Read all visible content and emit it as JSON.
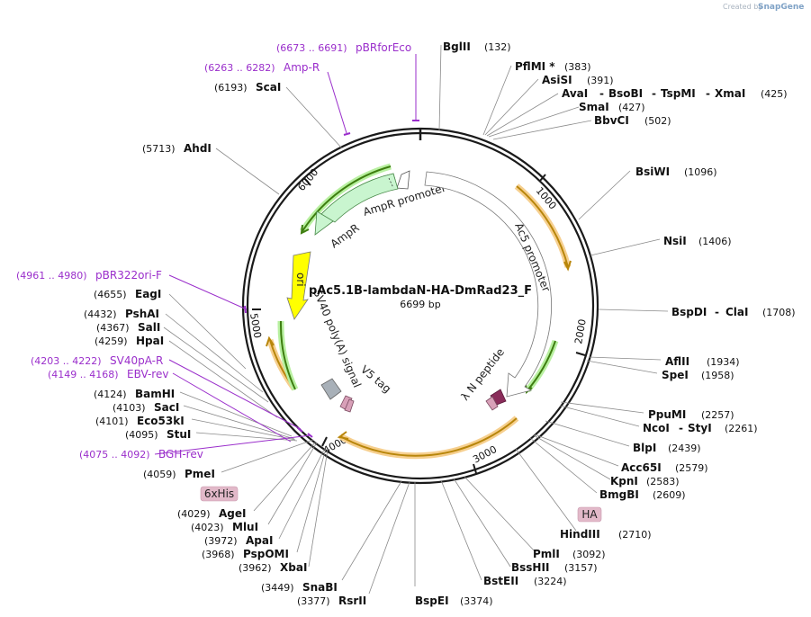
{
  "plasmid": {
    "name": "pAc5.1B-lambdaN-HA-DmRad23_F",
    "size_text": "6699 bp",
    "length": 6699
  },
  "brand": {
    "created_by": "Created by",
    "product": "SnapGene"
  },
  "ticks": [
    "1000",
    "2000",
    "3000",
    "4000",
    "5000",
    "6000"
  ],
  "enzymes": [
    {
      "name": "BglII",
      "pos": "(132)"
    },
    {
      "name": "PflMI *",
      "pos": "(383)"
    },
    {
      "name": "AsiSI",
      "pos": "(391)"
    },
    {
      "name": "AvaI",
      "name2": "BsoBI",
      "name3": "TspMI",
      "name4": "XmaI",
      "pos": "(425)"
    },
    {
      "name": "SmaI",
      "pos": "(427)"
    },
    {
      "name": "BbvCI",
      "pos": "(502)"
    },
    {
      "name": "BsiWI",
      "pos": "(1096)"
    },
    {
      "name": "NsiI",
      "pos": "(1406)"
    },
    {
      "name": "BspDI",
      "name2": "ClaI",
      "pos": "(1708)"
    },
    {
      "name": "AflII",
      "pos": "(1934)"
    },
    {
      "name": "SpeI",
      "pos": "(1958)"
    },
    {
      "name": "PpuMI",
      "pos": "(2257)"
    },
    {
      "name": "NcoI",
      "name2": "StyI",
      "pos": "(2261)"
    },
    {
      "name": "BlpI",
      "pos": "(2439)"
    },
    {
      "name": "Acc65I",
      "pos": "(2579)"
    },
    {
      "name": "KpnI",
      "pos": "(2583)"
    },
    {
      "name": "BmgBI",
      "pos": "(2609)"
    },
    {
      "name": "HindIII",
      "pos": "(2710)"
    },
    {
      "name": "PmlI",
      "pos": "(3092)"
    },
    {
      "name": "BssHII",
      "pos": "(3157)"
    },
    {
      "name": "BstEII",
      "pos": "(3224)"
    },
    {
      "name": "BspEI",
      "pos": "(3374)"
    },
    {
      "name": "RsrII",
      "pos": "(3377)"
    },
    {
      "name": "SnaBI",
      "pos": "(3449)"
    },
    {
      "name": "XbaI",
      "pos": "(3962)"
    },
    {
      "name": "PspOMI",
      "pos": "(3968)"
    },
    {
      "name": "ApaI",
      "pos": "(3972)"
    },
    {
      "name": "MluI",
      "pos": "(4023)"
    },
    {
      "name": "AgeI",
      "pos": "(4029)"
    },
    {
      "name": "PmeI",
      "pos": "(4059)"
    },
    {
      "name": "StuI",
      "pos": "(4095)"
    },
    {
      "name": "Eco53kI",
      "pos": "(4101)"
    },
    {
      "name": "SacI",
      "pos": "(4103)"
    },
    {
      "name": "BamHI",
      "pos": "(4124)"
    },
    {
      "name": "HpaI",
      "pos": "(4259)"
    },
    {
      "name": "SalI",
      "pos": "(4367)"
    },
    {
      "name": "PshAI",
      "pos": "(4432)"
    },
    {
      "name": "EagI",
      "pos": "(4655)"
    },
    {
      "name": "AhdI",
      "pos": "(5713)"
    },
    {
      "name": "ScaI",
      "pos": "(6193)"
    }
  ],
  "primers": [
    {
      "range": "(6673 .. 6691)",
      "name": "pBRforEco"
    },
    {
      "range": "(6263 .. 6282)",
      "name": "Amp-R"
    },
    {
      "range": "(4961 .. 4980)",
      "name": "pBR322ori-F"
    },
    {
      "range": "(4203 .. 4222)",
      "name": "SV40pA-R"
    },
    {
      "range": "(4149 .. 4168)",
      "name": "EBV-rev"
    },
    {
      "range": "(4075 .. 4092)",
      "name": "BGH-rev"
    }
  ],
  "features": {
    "ampr_promoter": "AmpR promoter",
    "ampr": "AmpR",
    "ori": "ori",
    "ac5_promoter": "Ac5 promoter",
    "sv40_polya": "SV40 poly(A) signal",
    "v5_tag": "V5 tag",
    "lambda_n": "λ N peptide"
  },
  "badges": {
    "his": "6xHis",
    "ha": "HA"
  },
  "colors": {
    "backbone": "#1a1a1a",
    "orf_outline": "#e8a430",
    "orf_arrow": "#b8860b",
    "green_arrow": "#3e9e20",
    "ampr_fill": "#c9f5cf",
    "ori_fill": "#ffff00",
    "primer": "#9a2ecb",
    "tag_fill": "#d8a0b8",
    "badge_fill": "#e2b9c9"
  }
}
